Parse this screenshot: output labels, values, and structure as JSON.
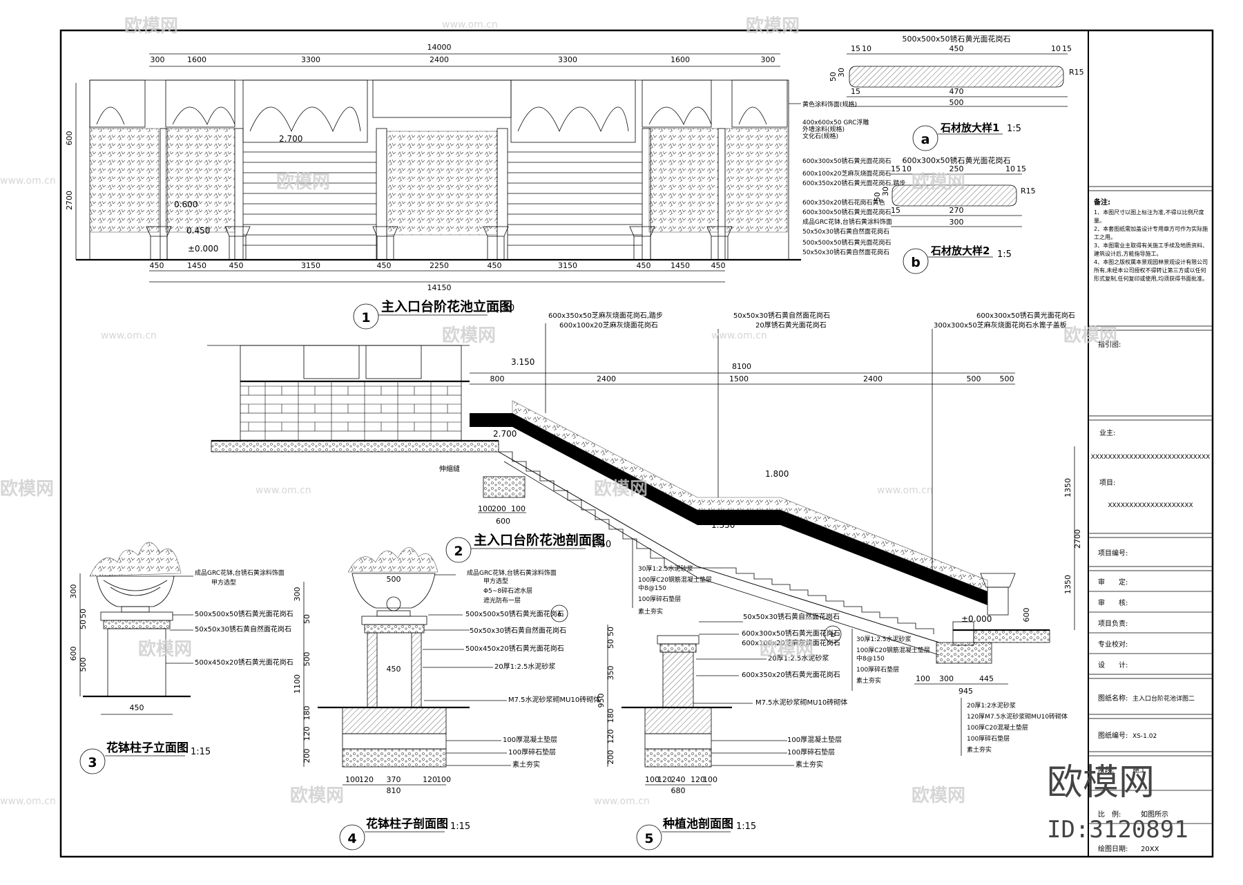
{
  "elevation": {
    "title": "主入口台阶花池立面图",
    "scale": "1:50",
    "num": "1",
    "top_total": "14000",
    "top_dims": [
      "300",
      "1600",
      "3300",
      "2400",
      "3300",
      "1600",
      "300"
    ],
    "bottom_total": "14150",
    "bottom_dims": [
      "450",
      "1450",
      "450",
      "3150",
      "450",
      "2250",
      "450",
      "3150",
      "450",
      "1450",
      "450"
    ],
    "left_dims": [
      "600",
      "2700"
    ],
    "elev_marks": [
      "2.700",
      "0.600",
      "0.450",
      "±0.000"
    ],
    "notes": [
      "黄色涂料饰面(规格)",
      "400x600x50 GRC浮雕",
      "外墙涂料(规格)",
      "文化石(规格)",
      "600x300x50锈石黄光面花岗石",
      "600x100x20芝麻灰烧面花岗石",
      "600x350x20锈石黄光面花岗石,踏步",
      "600x350x20锈石花岗石黄色",
      "600x300x50锈石黄光面花岗石",
      "成品GRC花钵,台锈石黄涂料饰面",
      "50x50x30锈石黄自然面花岗石",
      "500x500x50锈石黄光面花岗石",
      "50x50x30锈石黄自然面花岗石"
    ]
  },
  "detail_a": {
    "label": "a",
    "title": "石材放大样1",
    "scale": "1:5",
    "spec": "500x500x50锈石黄光面花岗石",
    "dims_top": [
      "15",
      "10",
      "450",
      "10",
      "15"
    ],
    "dims_bottom": [
      "470",
      "500"
    ],
    "dims_left": [
      "30",
      "50"
    ],
    "radius": "R15",
    "small": "15"
  },
  "detail_b": {
    "label": "b",
    "title": "石材放大样2",
    "scale": "1:5",
    "spec": "600x300x50锈石黄光面花岗石",
    "dims_top": [
      "15",
      "10",
      "250",
      "10",
      "15"
    ],
    "dims_bottom": [
      "270",
      "300"
    ],
    "dims_left": [
      "30",
      "50"
    ],
    "radius": "R15",
    "small": "15"
  },
  "section": {
    "title": "主入口台阶花池剖面图",
    "scale": "1:50",
    "num": "2",
    "top_total": "8100",
    "top_dims": [
      "800",
      "2400",
      "1500",
      "2400",
      "500",
      "500"
    ],
    "elev_marks": [
      "3.150",
      "2.700",
      "1.800",
      "1.350",
      "±0.000"
    ],
    "right_dims": [
      "1350",
      "2700",
      "1350",
      "600"
    ],
    "bottom_dims": [
      "100",
      "300",
      "445",
      "945"
    ],
    "foot_dims": [
      "100",
      "200",
      "100",
      "600"
    ],
    "left_note": "伸缩缝",
    "callouts_top": [
      "600x350x50芝麻灰烧面花岗石,踏步",
      "600x100x20芝麻灰烧面花岗石",
      "50x50x30锈石黄自然面花岗石",
      "20厚锈石黄光面花岗石",
      "600x300x50锈石黄光面花岗石",
      "300x300x50芝麻灰烧面花岗石水篦子盖板"
    ],
    "layers_1": [
      "30厚1:2.5水泥砂浆",
      "100厚C20钢筋混凝土垫层",
      "中8@150",
      "100厚碎石垫层",
      "素土夯实"
    ],
    "layers_2": [
      "30厚1:2.5水泥砂浆",
      "100厚C20钢筋混凝土垫层",
      "中8@150",
      "100厚碎石垫层",
      "素土夯实"
    ],
    "layers_3": [
      "20厚1:2水泥砂浆",
      "120厚M7.5水泥砂浆砌MU10砖砌体",
      "100厚C20混凝土垫层",
      "100厚碎石垫层",
      "素土夯实"
    ]
  },
  "pot_elev": {
    "title": "花钵柱子立面图",
    "scale": "1:15",
    "num": "3",
    "labels": [
      "成品GRC花钵,台锈石黄涂料饰面",
      "甲方选型",
      "500x500x50锈石黄光面花岗石",
      "50x50x30锈石黄自然面花岗石",
      "500x450x20锈石黄光面花岗石"
    ],
    "left_dims": [
      "300",
      "50",
      "50",
      "600",
      "500"
    ],
    "bottom_dim": "450"
  },
  "pot_sec": {
    "title": "花钵柱子剖面图",
    "scale": "1:15",
    "num": "4",
    "labels": [
      "成品GRC花钵,台锈石黄涂料饰面",
      "甲方选型",
      "Φ5~8碎石滤水层",
      "遮光防布一层",
      "500x500x50锈石黄光面花岗石",
      "50x50x30锈石黄自然面花岗石",
      "500x450x20锈石黄光面花岗石",
      "20厚1:2.5水泥砂浆",
      "M7.5水泥砂浆砌MU10砖砌体",
      "100厚混凝土垫层",
      "100厚碎石垫层",
      "素土夯实"
    ],
    "top_dim": "500",
    "inner_dim": "450",
    "left_dims": [
      "300",
      "50",
      "500",
      "1100",
      "180",
      "120",
      "200"
    ],
    "bottom_dims": [
      "100",
      "120",
      "370",
      "120",
      "100"
    ],
    "bottom_total": "810",
    "ref": "a"
  },
  "bed_sec": {
    "title": "种植池剖面图",
    "scale": "1:15",
    "num": "5",
    "labels": [
      "50x50x30锈石黄自然面花岗石",
      "600x300x50锈石黄光面花岗石",
      "600x100x20芝麻灰烧面花岗石",
      "20厚1:2.5水泥砂浆",
      "600x350x20锈石黄光面花岗石",
      "M7.5水泥砂浆砌MU10砖砌体",
      "100厚混凝土垫层",
      "100厚碎石垫层",
      "素土夯实"
    ],
    "left_dims": [
      "50",
      "50",
      "350",
      "950",
      "180",
      "120",
      "200"
    ],
    "bottom_dims": [
      "100",
      "120",
      "240",
      "120",
      "100"
    ],
    "bottom_total": "680",
    "ref": "b"
  },
  "titleblock": {
    "notes_heading": "备注:",
    "notes": [
      "1、本图尺寸以图上标注为准,不得以比例尺度量。",
      "2、本套图纸需加盖设计专用章方可作为实际施工之用。",
      "3、本图需业主取得有关施工手续及地质资料、建筑设计后,方能指导施工。",
      "4、本图之版权属本景观园林景观设计有限公司所有,未经本公司授权不得转让第三方或以任何形式复制,任何复印或使用,均须获得书面批准。"
    ],
    "keyplan": "指引图:",
    "owner_label": "业主:",
    "owner_value": "XXXXXXXXXXXXXXXXXXXXXXXXXXXX",
    "project_label": "项目:",
    "project_value": "XXXXXXXXXXXXXXXXXXXX",
    "project_no": "项目编号:",
    "approve": "审　　定:",
    "review": "审　　核:",
    "leader": "项目负责:",
    "check": "专业校对:",
    "design": "设　　计:",
    "drawing_name_label": "图纸名称:",
    "drawing_name": "主入口台阶花池详图二",
    "drawing_no_label": "图纸编号:",
    "drawing_no": "XS-1.02",
    "stage": "阶段:",
    "stage_value": "施工",
    "scale_label": "比　例:",
    "scale_value": "如图所示",
    "date_label": "绘图日期:",
    "date_value": "20XX"
  },
  "watermark": {
    "brand": "欧模网",
    "url": "www.om.cn",
    "id": "ID:3120891"
  }
}
